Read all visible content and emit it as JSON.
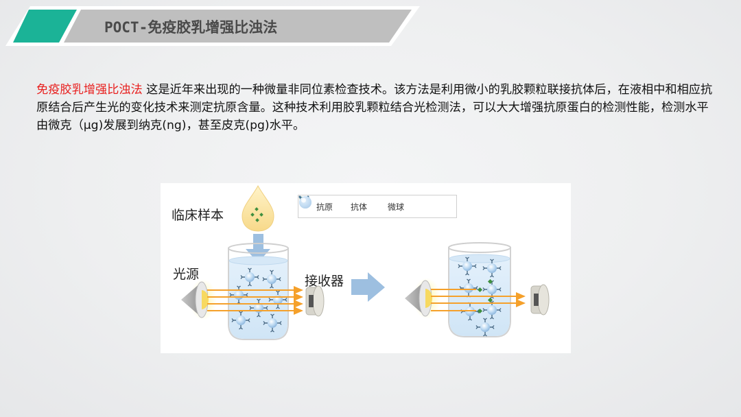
{
  "header": {
    "title": "POCT-免疫胶乳增强比浊法",
    "accent_color": "#1bb397",
    "bar_color": "#bfbfbf"
  },
  "body": {
    "highlight_term": "免疫胶乳增强比浊法",
    "highlight_color": "#e8201f",
    "paragraph": " 这是近年来出现的一种微量非同位素检查技术。该方法是利用微小的乳胶颗粒联接抗体后，在液相中和相应抗原结合后产生光的变化技术来测定抗原含量。这种技术利用胶乳颗粒结合光检测法，可以大大增强抗原蛋白的检测性能，检测水平由微克（μg)发展到纳克(ng)，甚至皮克(pg)水平。"
  },
  "figure": {
    "labels": {
      "clinical_sample": "临床样本",
      "light_source": "光源",
      "receiver": "接收器"
    },
    "legend": [
      {
        "icon": "antigen-diamond-icon",
        "label": "抗原",
        "color": "#3f8f3f"
      },
      {
        "icon": "antibody-y-icon",
        "label": "抗体",
        "color": "#3d6a8a"
      },
      {
        "icon": "microsphere-icon",
        "label": "微球",
        "color": "#bcd9f2"
      }
    ]
  }
}
